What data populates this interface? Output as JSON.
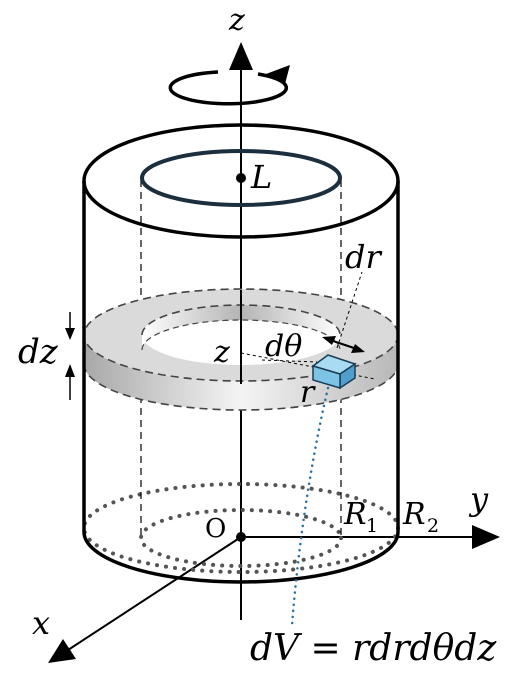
{
  "labels": {
    "z_axis": "z",
    "y_axis": "y",
    "x_axis": "x",
    "origin": "O",
    "L": "L",
    "R1": "R",
    "R1_sub": "1",
    "R2": "R",
    "R2_sub": "2",
    "dr": "dr",
    "dtheta": "dθ",
    "dz": "dz",
    "z_inner": "z",
    "r": "r",
    "volume_formula": "dV = rdrdθdz"
  },
  "colors": {
    "stroke": "#000000",
    "inner_ring": "#1b2f3e",
    "element_fill": "#7cc3e6",
    "element_stroke": "#1a3d55",
    "dotted_leader": "#2a6f9a",
    "ring_fill": "#d9d9d9"
  }
}
